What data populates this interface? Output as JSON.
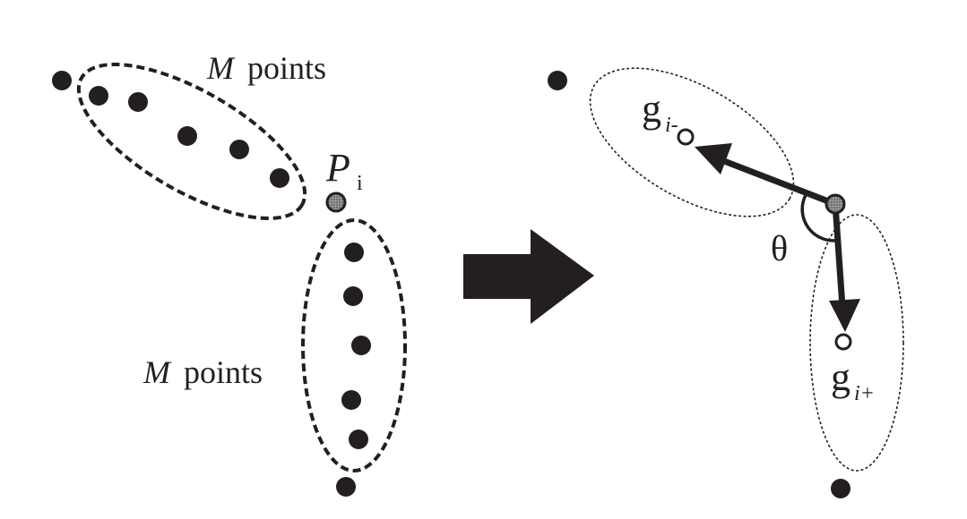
{
  "left_panel": {
    "upper_group_label": {
      "var": "M",
      "text": "points"
    },
    "lower_group_label": {
      "var": "M",
      "text": "points"
    },
    "center_point_label": {
      "main": "P",
      "sub": "i"
    }
  },
  "right_panel": {
    "centroid_minus_label": {
      "main": "g",
      "sub": "i-"
    },
    "centroid_plus_label": {
      "main": "g",
      "sub": "i+"
    },
    "angle_label": "θ"
  },
  "colors": {
    "ink": "#231f20",
    "center_point_fill": "#7a7a7a",
    "background": "#ffffff"
  }
}
